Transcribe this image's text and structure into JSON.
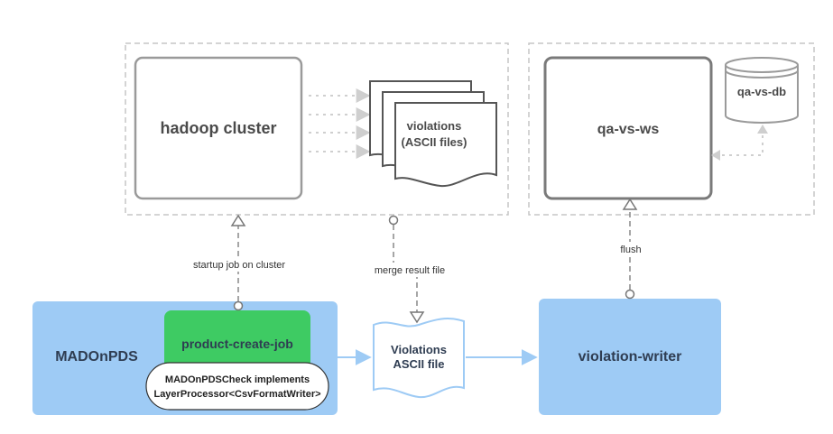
{
  "nodes": {
    "hadoop_cluster": "hadoop cluster",
    "violations_ascii_files_line1": "violations",
    "violations_ascii_files_line2": "(ASCII files)",
    "qa_vs_ws": "qa-vs-ws",
    "qa_vs_db": "qa-vs-db",
    "madonpds": "MADOnPDS",
    "product_create_job": "product-create-job",
    "check_line1": "MADOnPDSCheck implements",
    "check_line2": "LayerProcessor<CsvFormatWriter>",
    "violations_ascii_file_line1": "Violations",
    "violations_ascii_file_line2": "ASCII file",
    "violation_writer": "violation-writer"
  },
  "edges": {
    "startup_job": "startup job on cluster",
    "merge_result": "merge result file",
    "flush": "flush"
  },
  "colors": {
    "blue_fill": "#9ecbf5",
    "green_fill": "#3ecb63",
    "gray_stroke": "#9a9a9a",
    "dashed_container": "#c6c6c6",
    "blue_arrow": "#9ecbf5"
  }
}
